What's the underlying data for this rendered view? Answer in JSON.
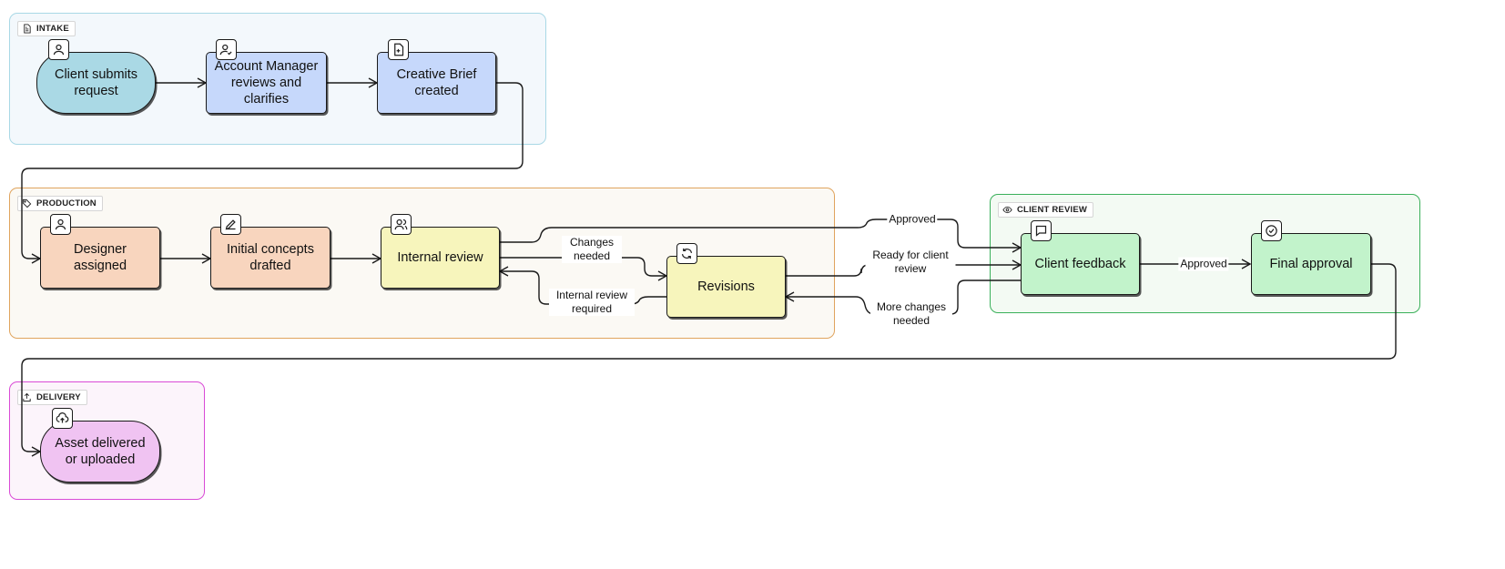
{
  "lanes": {
    "intake": {
      "label": "INTAKE",
      "icon": "document-icon",
      "border": "#a9d8e6",
      "fill": "#f3f8fc"
    },
    "production": {
      "label": "PRODUCTION",
      "icon": "tag-icon",
      "border": "#e0a45e",
      "fill": "#fbf9f4"
    },
    "client_review": {
      "label": "CLIENT REVIEW",
      "icon": "eye-icon",
      "border": "#3ab05a",
      "fill": "#f3faf3"
    },
    "delivery": {
      "label": "DELIVERY",
      "icon": "upload-icon",
      "border": "#d94ad6",
      "fill": "#fcf4fb"
    }
  },
  "nodes": {
    "client_submits": {
      "label": "Client submits request",
      "icon": "user-icon",
      "fill": "#aad9e5"
    },
    "account_manager": {
      "label": "Account Manager reviews and clarifies",
      "icon": "user-check-icon",
      "fill": "#c6d8fb"
    },
    "creative_brief": {
      "label": "Creative Brief created",
      "icon": "file-plus-icon",
      "fill": "#c6d8fb"
    },
    "designer_assigned": {
      "label": "Designer assigned",
      "icon": "user-icon",
      "fill": "#f8d5be"
    },
    "initial_concepts": {
      "label": "Initial concepts drafted",
      "icon": "pencil-icon",
      "fill": "#f8d5be"
    },
    "internal_review": {
      "label": "Internal review",
      "icon": "users-icon",
      "fill": "#f7f5bc"
    },
    "revisions": {
      "label": "Revisions",
      "icon": "refresh-icon",
      "fill": "#f7f5bc"
    },
    "client_feedback": {
      "label": "Client feedback",
      "icon": "message-icon",
      "fill": "#c2f3cb"
    },
    "final_approval": {
      "label": "Final approval",
      "icon": "check-circle-icon",
      "fill": "#c2f3cb"
    },
    "asset_delivered": {
      "label": "Asset delivered or uploaded",
      "icon": "cloud-upload-icon",
      "fill": "#f0c3f2"
    }
  },
  "edge_labels": {
    "approved_top": "Approved",
    "changes_needed": "Changes needed",
    "internal_review_required": "Internal review required",
    "ready_for_client": "Ready for client review",
    "more_changes": "More changes needed",
    "approved_final": "Approved"
  }
}
